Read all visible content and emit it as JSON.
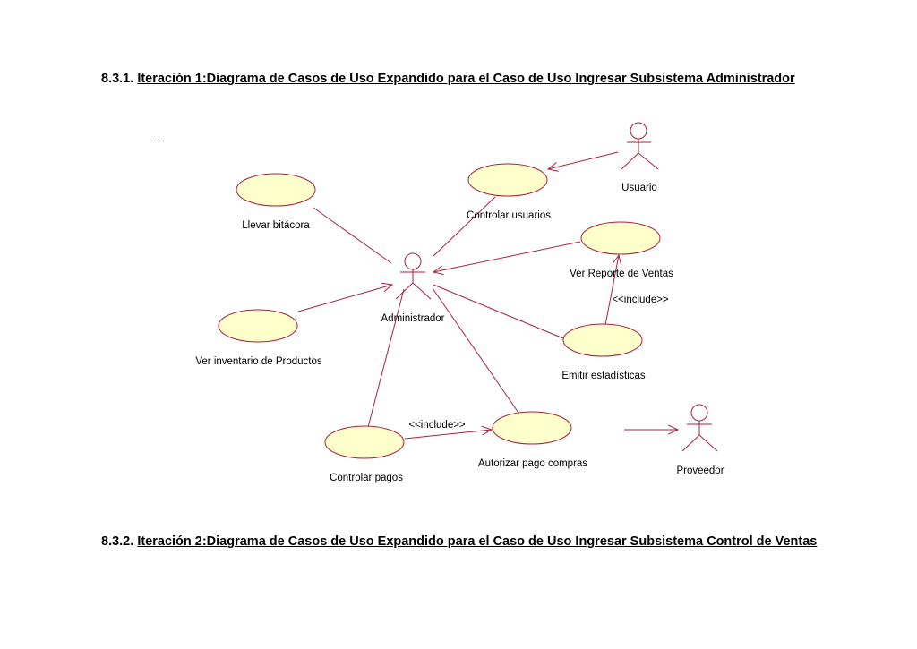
{
  "headings": [
    {
      "number": "8.3.1.",
      "title": "Iteración 1:Diagrama de Casos de Uso Expandido para el Caso de Uso Ingresar Subsistema Administrador"
    },
    {
      "number": "8.3.2.",
      "title": "Iteración 2:Diagrama de Casos de Uso Expandido para el Caso de Uso Ingresar Subsistema Control de Ventas"
    }
  ],
  "actors": {
    "usuario": "Usuario",
    "administrador": "Administrador",
    "proveedor": "Proveedor"
  },
  "use_cases": {
    "llevar_bitacora": "Llevar bitácora",
    "controlar_usuarios": "Controlar usuarios",
    "ver_reporte_ventas": "Ver Reporte de Ventas",
    "ver_inventario": "Ver inventario de Productos",
    "emitir_estadisticas": "Emitir estadísticas",
    "controlar_pagos": "Controlar pagos",
    "autorizar_pago": "Autorizar pago compras"
  },
  "relations": {
    "include_reporte": "<<include>>",
    "include_pago": "<<include>>"
  },
  "colors": {
    "line": "#a8223d",
    "case_fill": "#ffffcc"
  }
}
